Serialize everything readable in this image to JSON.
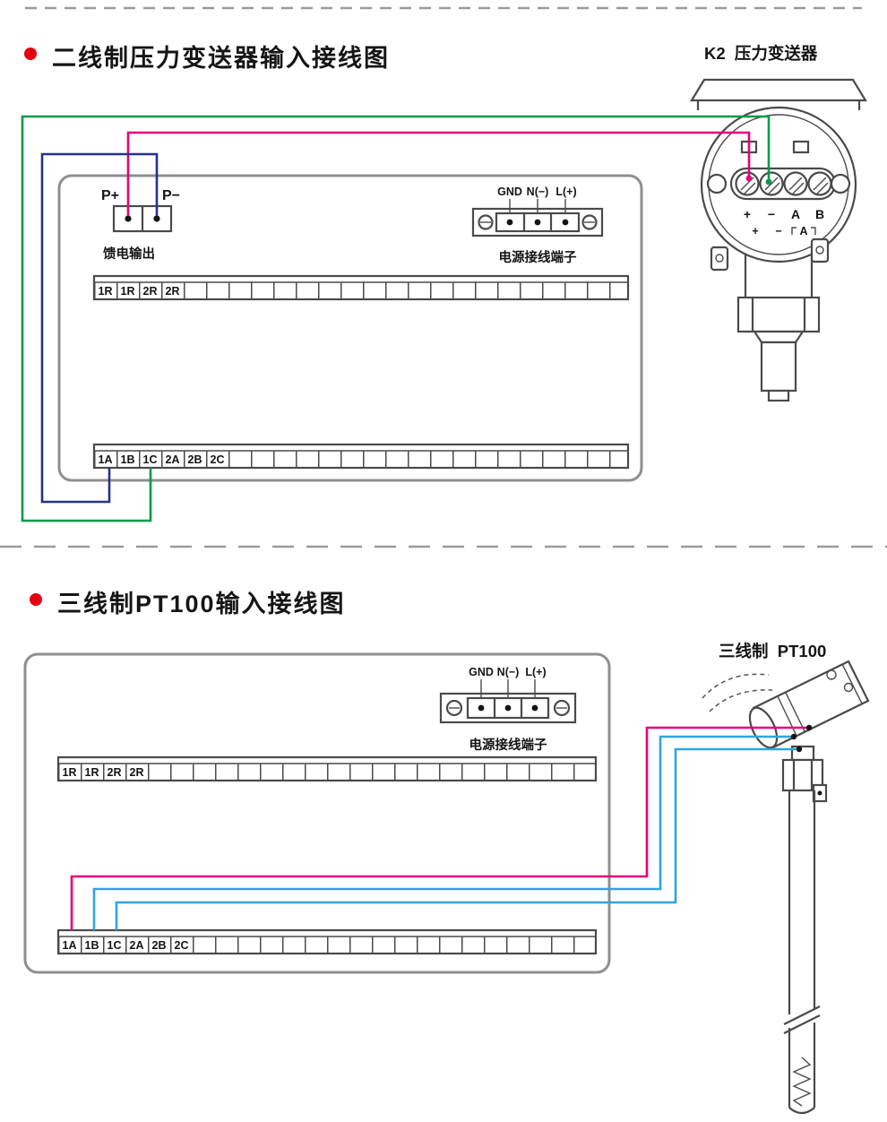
{
  "colors": {
    "accent_red": "#e60012",
    "diagram_line": "#4a4a4a",
    "panel_border": "#8f8f8f",
    "wire_green": "#009a49",
    "wire_magenta": "#e4007f",
    "wire_navy": "#26318e",
    "wire_cyan": "#2ca6e0",
    "divider_gray": "#9a9a9a"
  },
  "section1": {
    "title": "二线制压力变送器输入接线图",
    "device_label": "K2  压力变送器",
    "feed_block": {
      "label": "馈电输出",
      "terminal_plus": "P+",
      "terminal_minus": "P−"
    },
    "power_block": {
      "label": "电源接线端子",
      "t1": "GND",
      "t2": "N(−)",
      "t3": "L(+)"
    },
    "strip_top": [
      "1R",
      "1R",
      "2R",
      "2R"
    ],
    "strip_bottom": [
      "1A",
      "1B",
      "1C",
      "2A",
      "2B",
      "2C"
    ],
    "transmitter": {
      "row1": [
        "+",
        "−",
        "A",
        "B"
      ],
      "row2": [
        "+",
        "−",
        "A"
      ]
    }
  },
  "section2": {
    "title": "三线制PT100输入接线图",
    "device_label": "三线制  PT100",
    "power_block": {
      "label": "电源接线端子",
      "t1": "GND",
      "t2": "N(−)",
      "t3": "L(+)"
    },
    "strip_top": [
      "1R",
      "1R",
      "2R",
      "2R"
    ],
    "strip_bottom": [
      "1A",
      "1B",
      "1C",
      "2A",
      "2B",
      "2C"
    ]
  }
}
